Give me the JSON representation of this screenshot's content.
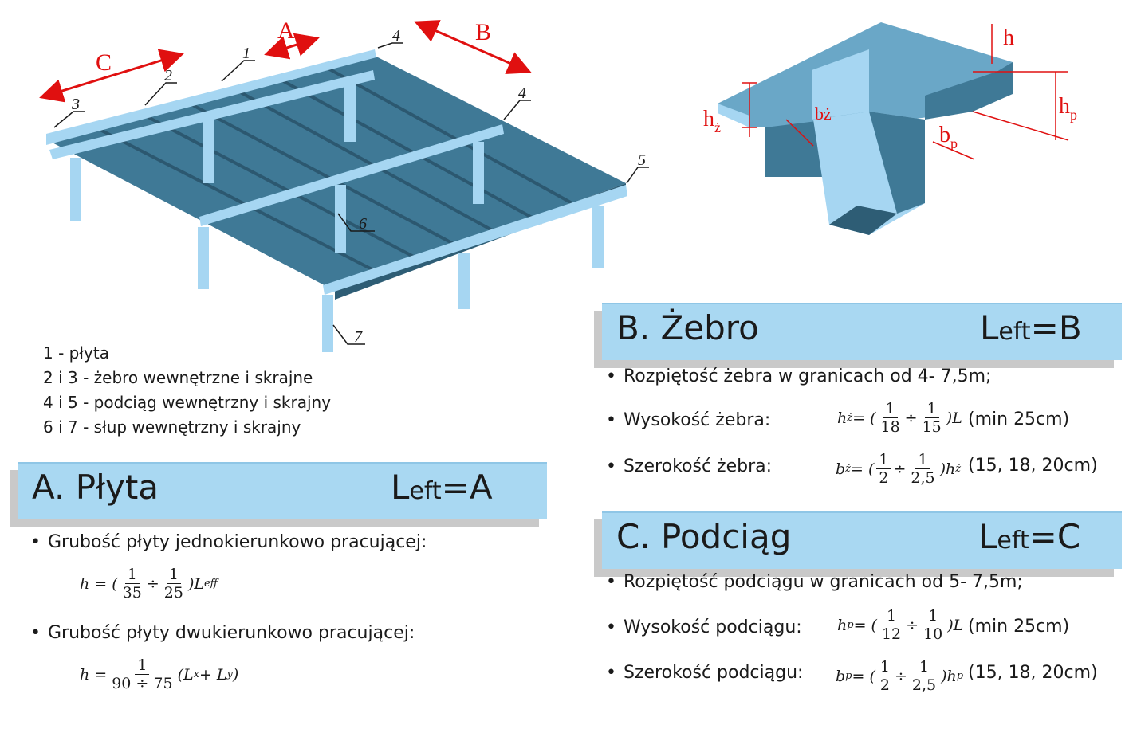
{
  "figure_labels": {
    "dims": {
      "A": "A",
      "B": "B",
      "C": "C"
    },
    "parts": {
      "p1": "1",
      "p2": "2",
      "p3": "3",
      "p4a": "4",
      "p4b": "4",
      "p5": "5",
      "p6": "6",
      "p7": "7"
    },
    "section": {
      "h": "h",
      "hp": "h",
      "hp_sub": "p",
      "hz": "h",
      "hz_sub": "ż",
      "bz": "bż",
      "bp": "b",
      "bp_sub": "p"
    }
  },
  "legend": [
    "1 - płyta",
    "2 i 3 - żebro wewnętrzne i skrajne",
    "4 i 5 - podciąg wewnętrzny i skrajny",
    "6 i 7 - słup wewnętrzny i skrajny"
  ],
  "section_a": {
    "title": "A. Płyta",
    "leff_main": "L",
    "leff_sub": "eft",
    "leff_value": "=A",
    "bullet1": "Grubość płyty jednokierunkowo pracującej:",
    "formula1": {
      "lhs": "h = (",
      "n1": "1",
      "d1": "35",
      "op": "÷",
      "n2": "1",
      "d2": "25",
      "rhs": ")L",
      "rhs_sub": "eff"
    },
    "bullet2": "Grubość płyty dwukierunkowo pracującej:",
    "formula2": {
      "lhs": "h =",
      "num": "1",
      "den": "90 ÷ 75",
      "rhs": "(L",
      "x": "x",
      "plus": " + L",
      "y": "y",
      "close": ")"
    }
  },
  "section_b": {
    "title": "B. Żebro",
    "leff_main": "L",
    "leff_sub": "eft",
    "leff_value": "=B",
    "bullet1": "Rozpiętość żebra w granicach od 4- 7,5m;",
    "bullet2": "Wysokość żebra:",
    "formula2": {
      "lhs": "h",
      "lhs_sub": "ż",
      "eq": " = (",
      "n1": "1",
      "d1": "18",
      "op": "÷",
      "n2": "1",
      "d2": "15",
      "rhs": ")L"
    },
    "note2": "(min 25cm)",
    "bullet3": "Szerokość żebra:",
    "formula3": {
      "lhs": "b",
      "lhs_sub": "ż",
      "eq": " = (",
      "n1": "1",
      "d1": "2",
      "op": "÷",
      "n2": "1",
      "d2": "2,5",
      "rhs": ")h",
      "rhs_sub": "ż"
    },
    "note3": "(15, 18, 20cm)"
  },
  "section_c": {
    "title": "C. Podciąg",
    "leff_main": "L",
    "leff_sub": "eft",
    "leff_value": "=C",
    "bullet1": "Rozpiętość podciągu w granicach od 5- 7,5m;",
    "bullet2": "Wysokość podciągu:",
    "formula2": {
      "lhs": "h",
      "lhs_sub": "p",
      "eq": " = (",
      "n1": "1",
      "d1": "12",
      "op": "÷",
      "n2": "1",
      "d2": "10",
      "rhs": ")L"
    },
    "note2": "(min 25cm)",
    "bullet3": "Szerokość podciągu:",
    "formula3": {
      "lhs": "b",
      "lhs_sub": "p",
      "eq": " = (",
      "n1": "1",
      "d1": "2",
      "op": "÷",
      "n2": "1",
      "d2": "2,5",
      "rhs": ")h",
      "rhs_sub": "p"
    },
    "note3": "(15, 18, 20cm)"
  },
  "colors": {
    "slab": "#3f7996",
    "member": "#a6d6f2",
    "dim_red": "#e01010",
    "banner": "#a9d8f2"
  }
}
